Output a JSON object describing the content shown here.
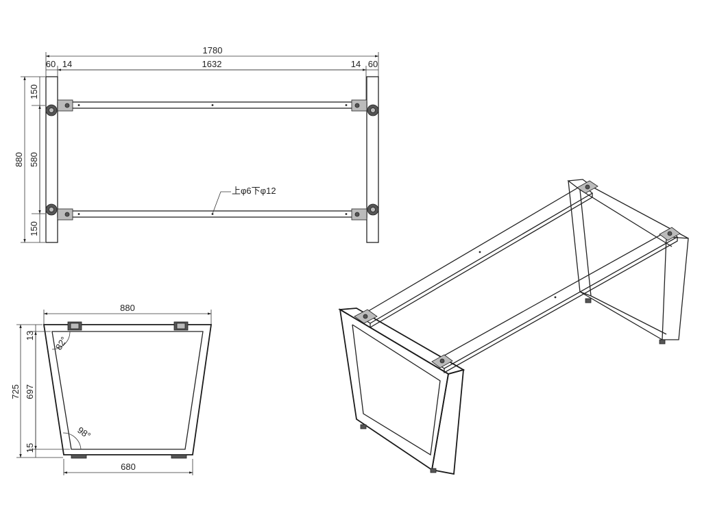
{
  "top_view": {
    "overall_width": "1780",
    "end_offset_left": "60",
    "gap_left": "14",
    "rail_length": "1632",
    "gap_right": "14",
    "end_offset_right": "60",
    "overall_depth": "880",
    "inner_depth": "580",
    "edge_top": "150",
    "edge_bottom": "150",
    "hole_note": "上φ6下φ12"
  },
  "side_view": {
    "top_width": "880",
    "bottom_width": "680",
    "total_height": "725",
    "inner_height": "697",
    "top_thickness": "13",
    "foot_height": "15",
    "angle_top": "82°",
    "angle_bottom": "98°"
  },
  "iso_view": {}
}
